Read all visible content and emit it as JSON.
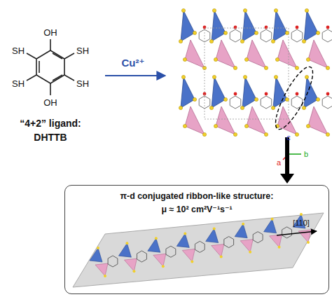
{
  "diagram": {
    "nodes": [
      {
        "text": [
          "π-d conjugated ribbon-like structure:",
          "μ ≈ 10² cm²V⁻¹s⁻¹"
        ]
      }
    ],
    "labels": [
      "OH",
      "OH",
      "SH",
      "SH",
      "SH",
      "SH",
      "Cu²⁺",
      "“4+2” ligand:",
      "DHTTB",
      "a",
      "b",
      "c",
      "[110]"
    ]
  }
}
